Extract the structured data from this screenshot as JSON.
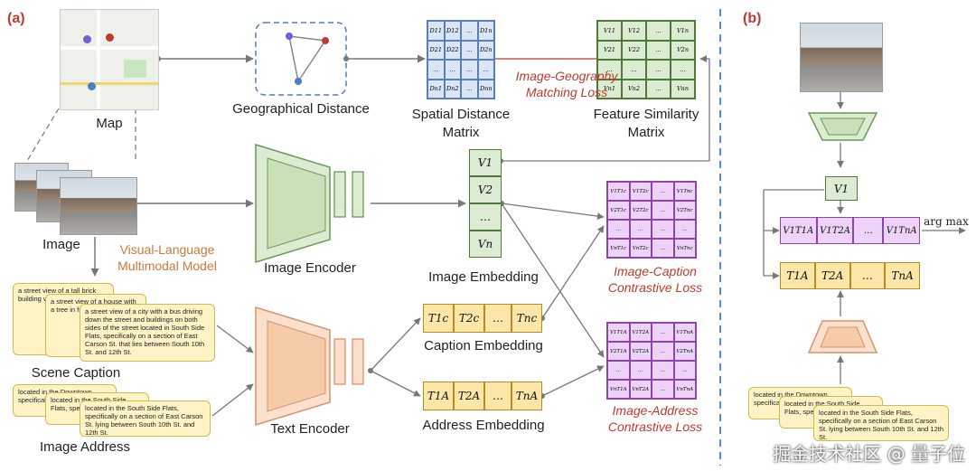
{
  "panels": {
    "a": "(a)",
    "b": "(b)"
  },
  "labels": {
    "map": "Map",
    "geo_distance": "Geographical Distance",
    "spatial_matrix_l1": "Spatial Distance",
    "spatial_matrix_l2": "Matrix",
    "feature_matrix_l1": "Feature Similarity",
    "feature_matrix_l2": "Matrix",
    "geo_loss_l1": "Image-Geography",
    "geo_loss_l2": "Matching Loss",
    "image": "Image",
    "vlm_l1": "Visual-Language",
    "vlm_l2": "Multimodal Model",
    "image_encoder": "Image Encoder",
    "image_embedding": "Image Embedding",
    "caption_loss_l1": "Image-Caption",
    "caption_loss_l2": "Contrastive Loss",
    "scene_caption": "Scene Caption",
    "text_encoder": "Text Encoder",
    "caption_embedding": "Caption Embedding",
    "address_embedding": "Address Embedding",
    "address_loss_l1": "Image-Address",
    "address_loss_l2": "Contrastive Loss",
    "image_address": "Image Address",
    "argmax": "arg max"
  },
  "spatial_matrix": [
    [
      "D11",
      "D12",
      "…",
      "D1n"
    ],
    [
      "D21",
      "D22",
      "…",
      "D2n"
    ],
    [
      "…",
      "…",
      "…",
      "…"
    ],
    [
      "Dn1",
      "Dn2",
      "…",
      "Dnn"
    ]
  ],
  "feature_matrix": [
    [
      "V11",
      "V12",
      "…",
      "V1n"
    ],
    [
      "V21",
      "V22",
      "…",
      "V2n"
    ],
    [
      "…",
      "…",
      "…",
      "…"
    ],
    [
      "Vn1",
      "Vn2",
      "…",
      "Vnn"
    ]
  ],
  "image_embedding_cells": [
    "V1",
    "V2",
    "…",
    "Vn"
  ],
  "caption_embedding_cells": [
    "T1c",
    "T2c",
    "…",
    "Tnc"
  ],
  "address_embedding_cells": [
    "T1A",
    "T2A",
    "…",
    "TnA"
  ],
  "caption_contrast": [
    [
      "V1T1c",
      "V1T2c",
      "…",
      "V1Tnc"
    ],
    [
      "V2T1c",
      "V2T2c",
      "…",
      "V2Tnc"
    ],
    [
      "…",
      "…",
      "…",
      "…"
    ],
    [
      "VnT1c",
      "VnT2c",
      "…",
      "VnTnc"
    ]
  ],
  "address_contrast": [
    [
      "V1T1A",
      "V1T2A",
      "…",
      "V1TnA"
    ],
    [
      "V2T1A",
      "V2T2A",
      "…",
      "V2TnA"
    ],
    [
      "…",
      "…",
      "…",
      "…"
    ],
    [
      "VnT1A",
      "VnT2A",
      "…",
      "VnTnA"
    ]
  ],
  "captions": [
    "a street view of a tall brick building with a…",
    "a street view of a house with a tree in front of…",
    "a street view of a city with a bus driving down the street and buildings on both sides of the street located in South Side Flats, specifically on a section of East Carson St. that lies between South 10th St. and 12th St."
  ],
  "addresses": [
    "located in the Downtown, specifically on a s…",
    "located in the South Side Flats, specifically…",
    "located in the South Side Flats, specifically on a section of East Carson St. lying between South 10th St. and 12th St."
  ],
  "panel_b": {
    "v1": "V1",
    "scores": [
      "V1T1A",
      "V1T2A",
      "…",
      "V1TnA"
    ],
    "addresses": [
      "T1A",
      "T2A",
      "…",
      "TnA"
    ],
    "address_texts": [
      "located in the Downtown, specifically on a s…",
      "located in the South Side Flats, specifically…",
      "located in the South Side Flats, specifically on a section of East Carson St. lying between South 10th St. and 12th St."
    ]
  },
  "watermark": "掘金技术社区 @ 量子位"
}
